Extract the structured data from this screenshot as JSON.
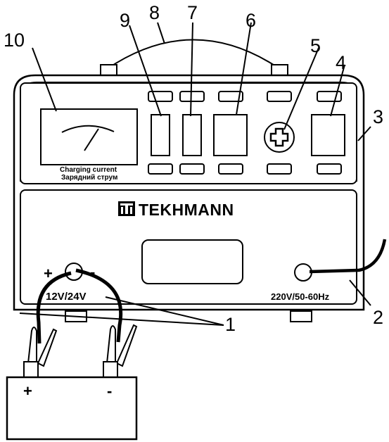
{
  "callouts": {
    "c1": "1",
    "c2": "2",
    "c3": "3",
    "c4": "4",
    "c5": "5",
    "c6": "6",
    "c7": "7",
    "c8": "8",
    "c9": "9",
    "c10": "10"
  },
  "meter": {
    "label_en": "Charging current",
    "label_ua": "Зарядний струм"
  },
  "brand": {
    "name": "TEKHMANN"
  },
  "terminals": {
    "plus": "+",
    "minus": "-",
    "voltage": "12V/24V"
  },
  "mains": {
    "label": "220V/50-60Hz"
  },
  "battery": {
    "plus": "+",
    "minus": "-"
  },
  "colors": {
    "stroke": "#000000",
    "fill": "#ffffff"
  }
}
